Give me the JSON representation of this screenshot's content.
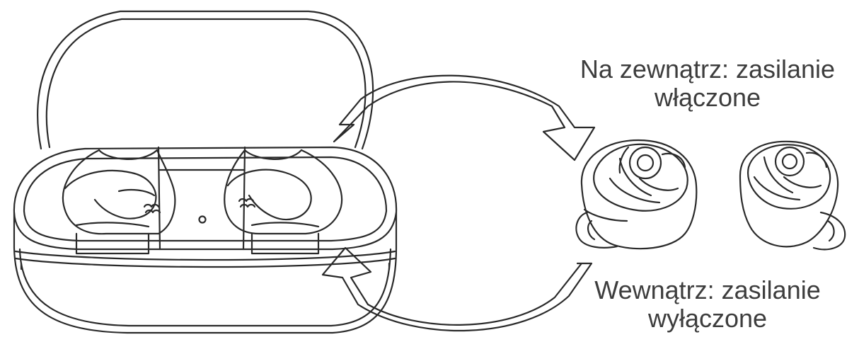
{
  "captions": {
    "out_of_case": {
      "line1": "Na zewnątrz: zasilanie",
      "line2": "włączone"
    },
    "in_case": {
      "line1": "Wewnątrz: zasilanie",
      "line2": "wyłączone"
    }
  },
  "colors": {
    "stroke": "#2a2a2a",
    "text": "#3d3d3d",
    "background": "#ffffff"
  },
  "icons": [
    "charging-case-icon",
    "earbud-left-icon",
    "earbud-right-icon",
    "curved-arrow-out-icon",
    "curved-arrow-in-icon"
  ]
}
